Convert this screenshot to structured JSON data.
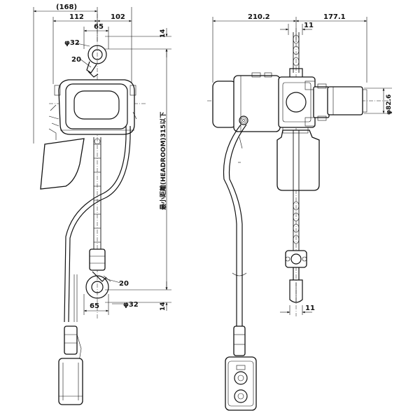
{
  "front_view": {
    "dims": {
      "overall_width": "(168)",
      "left_width": "112",
      "right_width": "102",
      "top_hook_width": "65",
      "top_hook_dia": "φ32",
      "top_hook_throat": "20",
      "top_offset": "14",
      "headroom": "最小距離(HEADROOM)315以下",
      "bottom_hook_throat": "20",
      "bottom_hook_width": "65",
      "bottom_hook_dia": "φ32",
      "bottom_offset": "14"
    }
  },
  "side_view": {
    "dims": {
      "left_width": "210.2",
      "right_width": "177.1",
      "top_chain": "11",
      "motor_dia": "φ82.6",
      "bottom_chain": "11"
    }
  }
}
